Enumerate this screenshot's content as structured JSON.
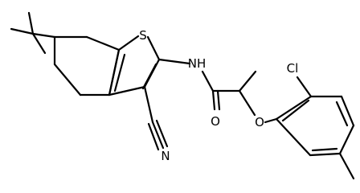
{
  "molecule": {
    "atoms": [
      {
        "id": "s1",
        "symbol": "S"
      },
      {
        "id": "nh",
        "symbol": "NH"
      },
      {
        "id": "n1",
        "symbol": "N"
      },
      {
        "id": "o1",
        "symbol": "O"
      },
      {
        "id": "o2",
        "symbol": "O"
      },
      {
        "id": "cl",
        "symbol": "Cl"
      }
    ]
  }
}
